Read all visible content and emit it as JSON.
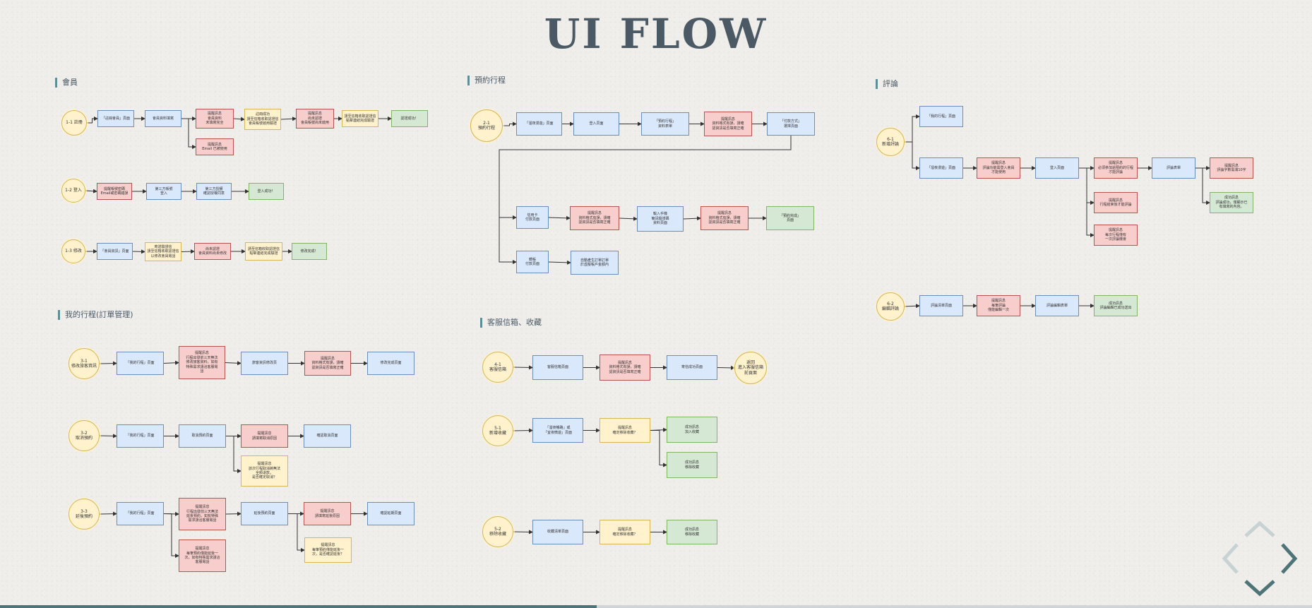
{
  "title": "UI FLOW",
  "sections": [
    {
      "id": "member",
      "label": "會員"
    },
    {
      "id": "booking",
      "label": "預約行程"
    },
    {
      "id": "review",
      "label": "評論"
    },
    {
      "id": "mytrip",
      "label": "我的行程(訂單管理)"
    },
    {
      "id": "service",
      "label": "客服信箱、收藏"
    }
  ],
  "nodes": [
    {
      "id": "m1s",
      "style": "start",
      "text": "1-1 註冊"
    },
    {
      "id": "m1a",
      "style": "blue",
      "text": "「註冊會員」頁面"
    },
    {
      "id": "m1b",
      "style": "blue",
      "text": "會員資料填寫"
    },
    {
      "id": "m1c",
      "style": "red",
      "text": "提醒訊息\n會員資料\n未填寫完全"
    },
    {
      "id": "m1d",
      "style": "yellow",
      "text": "註冊成功\n請至信箱收取認證信\n會員帳號啟用驗證"
    },
    {
      "id": "m1e",
      "style": "red",
      "text": "提醒訊息\n尚未認證\n會員帳號尚未啟用"
    },
    {
      "id": "m1f",
      "style": "yellow",
      "text": "請至信箱收取認證信\n點擊連結完成驗證"
    },
    {
      "id": "m1g",
      "style": "green",
      "text": "認證成功！"
    },
    {
      "id": "m1h",
      "style": "red",
      "text": "提醒訊息\nEmail 已被使用"
    },
    {
      "id": "m2s",
      "style": "start",
      "text": "1-2 登入"
    },
    {
      "id": "m2a",
      "style": "red",
      "text": "提醒帳號密碼\nEmail或密碼錯誤"
    },
    {
      "id": "m2b",
      "style": "blue",
      "text": "第三方帳號\n登入"
    },
    {
      "id": "m2c",
      "style": "blue",
      "text": "第三方授權\n確認授權同意"
    },
    {
      "id": "m2d",
      "style": "green",
      "text": "登入成功！"
    },
    {
      "id": "m3s",
      "style": "start",
      "text": "1-3 修改"
    },
    {
      "id": "m3a",
      "style": "blue",
      "text": "「會員資訊」頁面"
    },
    {
      "id": "m3b",
      "style": "yellow",
      "text": "寄送驗證信\n請至信箱收取認證信\n以修改會員電話"
    },
    {
      "id": "m3c",
      "style": "red",
      "text": "尚未認證\n會員資料尚未修改"
    },
    {
      "id": "m3d",
      "style": "yellow",
      "text": "請至信箱收取認證信\n點擊連結完成驗證"
    },
    {
      "id": "m3e",
      "style": "green",
      "text": "修改完成！"
    },
    {
      "id": "b1s",
      "style": "start",
      "text": "2-1\n預約行程"
    },
    {
      "id": "b1a",
      "style": "blue",
      "text": "「溜夜漫遊」頁面"
    },
    {
      "id": "b1b",
      "style": "blue",
      "text": "登入頁面"
    },
    {
      "id": "b1c",
      "style": "blue",
      "text": "「預約行程」\n資料表單"
    },
    {
      "id": "b1d",
      "style": "red",
      "text": "提醒訊息\n資料格式有誤，請確\n認資訊是否填寫正確"
    },
    {
      "id": "b1e",
      "style": "blue",
      "text": "「付款方式」\n選擇頁面"
    },
    {
      "id": "b1f",
      "style": "blue",
      "text": "信用卡\n付款頁面"
    },
    {
      "id": "b1g",
      "style": "red",
      "text": "提醒訊息\n資料格式有誤，請確\n認資訊是否填寫正確"
    },
    {
      "id": "b1h",
      "style": "blue",
      "text": "輸入手機\n簡訊驗證碼\n資料頁面"
    },
    {
      "id": "b1i",
      "style": "red",
      "text": "提醒訊息\n資料格式有誤，請確\n認資訊是否填寫正確"
    },
    {
      "id": "b1j",
      "style": "green",
      "text": "「預約完成」\n頁面"
    },
    {
      "id": "b1k",
      "style": "blue",
      "text": "轉帳\n付款頁面"
    },
    {
      "id": "b1l",
      "style": "blue",
      "text": "自動產生訂單訂單\n於虛擬帳戶金額內"
    },
    {
      "id": "r1s",
      "style": "start",
      "text": "6-1\n新增評論"
    },
    {
      "id": "r1a",
      "style": "blue",
      "text": "「我的行程」頁面"
    },
    {
      "id": "r1b",
      "style": "blue",
      "text": "「溜夜漫遊」頁面"
    },
    {
      "id": "r1c",
      "style": "red",
      "text": "提醒訊息\n評論功能需登入會員\n才能使用"
    },
    {
      "id": "r1d",
      "style": "blue",
      "text": "登入頁面"
    },
    {
      "id": "r1e",
      "style": "red",
      "text": "提醒訊息\n必須參加過預約的行程\n才能評論"
    },
    {
      "id": "r1f",
      "style": "blue",
      "text": "評論表單"
    },
    {
      "id": "r1g",
      "style": "red",
      "text": "提醒訊息\n評論字數需滿10字"
    },
    {
      "id": "r1h",
      "style": "green",
      "text": "成功訊息\n評論成功，僅顯示已\n有填寫的內容。"
    },
    {
      "id": "r1i",
      "style": "red",
      "text": "提醒訊息\n行程結束後才能評論"
    },
    {
      "id": "r1j",
      "style": "red",
      "text": "提醒訊息\n每次行程僅有\n一次評論機會"
    },
    {
      "id": "r2s",
      "style": "start",
      "text": "6-2\n編輯評論"
    },
    {
      "id": "r2a",
      "style": "blue",
      "text": "評論清單頁面"
    },
    {
      "id": "r2b",
      "style": "red",
      "text": "提醒訊息\n每筆評論\n僅能編輯一次"
    },
    {
      "id": "r2c",
      "style": "blue",
      "text": "評論編輯表單"
    },
    {
      "id": "r2d",
      "style": "green",
      "text": "成功訊息\n評論編輯已成功送出"
    },
    {
      "id": "t1s",
      "style": "start",
      "text": "3-1\n修改旅客資訊"
    },
    {
      "id": "t1a",
      "style": "blue",
      "text": "「我的行程」頁面"
    },
    {
      "id": "t1b",
      "style": "red",
      "text": "提醒訊息\n行程出發前三天無法\n修改旅客資料，如有\n特殊需求請洽客服電\n話"
    },
    {
      "id": "t1c",
      "style": "blue",
      "text": "旅客資訊修改頁"
    },
    {
      "id": "t1d",
      "style": "red",
      "text": "提醒訊息\n資料格式有誤，請確\n認資訊是否填寫正確"
    },
    {
      "id": "t1e",
      "style": "blue",
      "text": "修改完成頁面"
    },
    {
      "id": "t2s",
      "style": "start",
      "text": "3-2\n取消預約"
    },
    {
      "id": "t2a",
      "style": "blue",
      "text": "「我的行程」頁面"
    },
    {
      "id": "t2b",
      "style": "blue",
      "text": "取消預約頁面"
    },
    {
      "id": "t2c",
      "style": "red",
      "text": "提醒訊息\n請填寫取消原因"
    },
    {
      "id": "t2d",
      "style": "blue",
      "text": "確認取消頁面"
    },
    {
      "id": "t2e",
      "style": "yellow",
      "text": "提醒訊息\n該次行程取消將無法\n全額退款，\n是否確定取消？"
    },
    {
      "id": "t3s",
      "style": "start",
      "text": "3-3\n延後預約"
    },
    {
      "id": "t3a",
      "style": "blue",
      "text": "「我的行程」頁面"
    },
    {
      "id": "t3b",
      "style": "red",
      "text": "提醒訊息\n行程出發前三天無法\n延後預約，如有特殊\n需求請洽客服電話"
    },
    {
      "id": "t3c",
      "style": "blue",
      "text": "延後預約頁面"
    },
    {
      "id": "t3d",
      "style": "red",
      "text": "提醒訊息\n請填寫延後原因"
    },
    {
      "id": "t3e",
      "style": "blue",
      "text": "確認延期頁面"
    },
    {
      "id": "t3f",
      "style": "red",
      "text": "提醒訊息\n每筆預約僅能延後一\n次，如有特殊需求請洽\n客服電話"
    },
    {
      "id": "t3g",
      "style": "yellow",
      "text": "提醒訊息\n每筆預約僅能延後一\n次，是否確認延後？"
    },
    {
      "id": "s1s",
      "style": "start",
      "text": "4-1\n客服信箱"
    },
    {
      "id": "s1a",
      "style": "blue",
      "text": "客服信箱頁面"
    },
    {
      "id": "s1b",
      "style": "red",
      "text": "提醒訊息\n資料格式有誤，請確\n認資訊是否填寫正確"
    },
    {
      "id": "s1c",
      "style": "blue",
      "text": "寄信成功頁面"
    },
    {
      "id": "s1d",
      "style": "start",
      "text": "返回\n進入客服信箱\n前頁面"
    },
    {
      "id": "s2s",
      "style": "start",
      "text": "5-1\n新增收藏"
    },
    {
      "id": "s2a",
      "style": "blue",
      "text": "「溜夜暢路」或\n「宜夜微遊」頁面"
    },
    {
      "id": "s2b",
      "style": "yellow",
      "text": "提醒訊息\n確定移除收藏？"
    },
    {
      "id": "s2c",
      "style": "green",
      "text": "成功訊息\n加入收藏"
    },
    {
      "id": "s2d",
      "style": "green",
      "text": "成功訊息\n移除收藏"
    },
    {
      "id": "s3s",
      "style": "start",
      "text": "5-2\n移除收藏"
    },
    {
      "id": "s3a",
      "style": "blue",
      "text": "收藏清單頁面"
    },
    {
      "id": "s3b",
      "style": "yellow",
      "text": "提醒訊息\n確定移除收藏？"
    },
    {
      "id": "s3c",
      "style": "green",
      "text": "成功訊息\n移除收藏"
    }
  ],
  "edges": [
    [
      "m1s",
      "m1a"
    ],
    [
      "m1a",
      "m1b"
    ],
    [
      "m1b",
      "m1c"
    ],
    [
      "m1c",
      "m1d"
    ],
    [
      "m1d",
      "m1e"
    ],
    [
      "m1e",
      "m1f"
    ],
    [
      "m1f",
      "m1g"
    ],
    [
      "m1b",
      "m1h",
      "branch"
    ],
    [
      "m2s",
      "m2a"
    ],
    [
      "m2a",
      "m2b"
    ],
    [
      "m2b",
      "m2c"
    ],
    [
      "m2c",
      "m2d"
    ],
    [
      "m3s",
      "m3a"
    ],
    [
      "m3a",
      "m3b"
    ],
    [
      "m3b",
      "m3c"
    ],
    [
      "m3c",
      "m3d"
    ],
    [
      "m3d",
      "m3e"
    ],
    [
      "b1s",
      "b1a"
    ],
    [
      "b1a",
      "b1b"
    ],
    [
      "b1b",
      "b1c"
    ],
    [
      "b1c",
      "b1d"
    ],
    [
      "b1d",
      "b1e"
    ],
    [
      "b1e",
      "b1f",
      "drop"
    ],
    [
      "b1e",
      "b1k",
      "drop"
    ],
    [
      "b1f",
      "b1g"
    ],
    [
      "b1g",
      "b1h"
    ],
    [
      "b1h",
      "b1i"
    ],
    [
      "b1i",
      "b1j"
    ],
    [
      "b1k",
      "b1l"
    ],
    [
      "r1s",
      "r1a",
      "branch"
    ],
    [
      "r1s",
      "r1b",
      "branch"
    ],
    [
      "r1b",
      "r1c"
    ],
    [
      "r1c",
      "r1d"
    ],
    [
      "r1d",
      "r1e"
    ],
    [
      "r1e",
      "r1f"
    ],
    [
      "r1f",
      "r1g"
    ],
    [
      "r1f",
      "r1h",
      "branch"
    ],
    [
      "r1d",
      "r1i",
      "branch"
    ],
    [
      "r1d",
      "r1j",
      "branch"
    ],
    [
      "r2s",
      "r2a"
    ],
    [
      "r2a",
      "r2b"
    ],
    [
      "r2b",
      "r2c"
    ],
    [
      "r2c",
      "r2d"
    ],
    [
      "t1s",
      "t1a"
    ],
    [
      "t1a",
      "t1b"
    ],
    [
      "t1b",
      "t1c"
    ],
    [
      "t1c",
      "t1d"
    ],
    [
      "t1d",
      "t1e"
    ],
    [
      "t2s",
      "t2a"
    ],
    [
      "t2a",
      "t2b"
    ],
    [
      "t2b",
      "t2c"
    ],
    [
      "t2c",
      "t2d"
    ],
    [
      "t2b",
      "t2e",
      "branch"
    ],
    [
      "t3s",
      "t3a"
    ],
    [
      "t3a",
      "t3b"
    ],
    [
      "t3b",
      "t3c"
    ],
    [
      "t3c",
      "t3d"
    ],
    [
      "t3d",
      "t3e"
    ],
    [
      "t3a",
      "t3f",
      "branch"
    ],
    [
      "t3c",
      "t3g",
      "branch"
    ],
    [
      "s1s",
      "s1a"
    ],
    [
      "s1a",
      "s1b"
    ],
    [
      "s1b",
      "s1c"
    ],
    [
      "s1c",
      "s1d"
    ],
    [
      "s2s",
      "s2a"
    ],
    [
      "s2a",
      "s2b"
    ],
    [
      "s2b",
      "s2c"
    ],
    [
      "s2b",
      "s2d",
      "branch"
    ],
    [
      "s3s",
      "s3a"
    ],
    [
      "s3a",
      "s3b"
    ],
    [
      "s3b",
      "s3c"
    ]
  ],
  "progress": 0.455,
  "nav": {
    "icons": [
      "chevron-up-icon",
      "chevron-left-icon",
      "chevron-right-icon",
      "chevron-down-icon"
    ]
  }
}
